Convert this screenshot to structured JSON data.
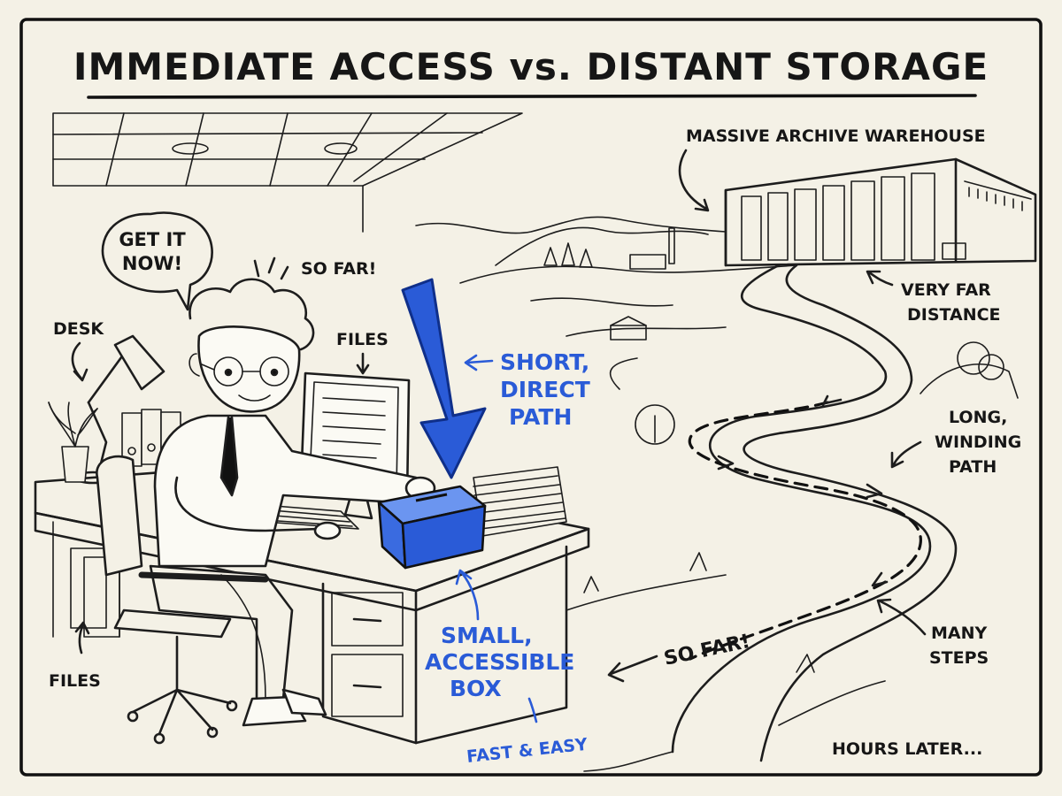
{
  "title": "IMMEDIATE ACCESS vs. DISTANT STORAGE",
  "bubble": {
    "line1": "GET IT",
    "line2": "NOW!"
  },
  "labels": {
    "so_far_top": "SO FAR!",
    "desk": "DESK",
    "files_desk": "FILES",
    "files_floor": "FILES",
    "warehouse": "MASSIVE ARCHIVE WAREHOUSE",
    "far_distance_1": "VERY FAR",
    "far_distance_2": "DISTANCE",
    "winding_1": "LONG,",
    "winding_2": "WINDING",
    "winding_3": "PATH",
    "so_far_path": "SO FAR!",
    "many_1": "MANY",
    "many_2": "STEPS",
    "hours_later": "HOURS LATER..."
  },
  "blue_labels": {
    "short_1": "SHORT,",
    "short_2": "DIRECT",
    "short_3": "PATH",
    "box_1": "SMALL,",
    "box_2": "ACCESSIBLE",
    "box_3": "BOX",
    "fast": "FAST & EASY"
  },
  "colors": {
    "ink": "#161616",
    "accent_blue": "#2a5bd7",
    "paper": "#f4f1e6"
  }
}
